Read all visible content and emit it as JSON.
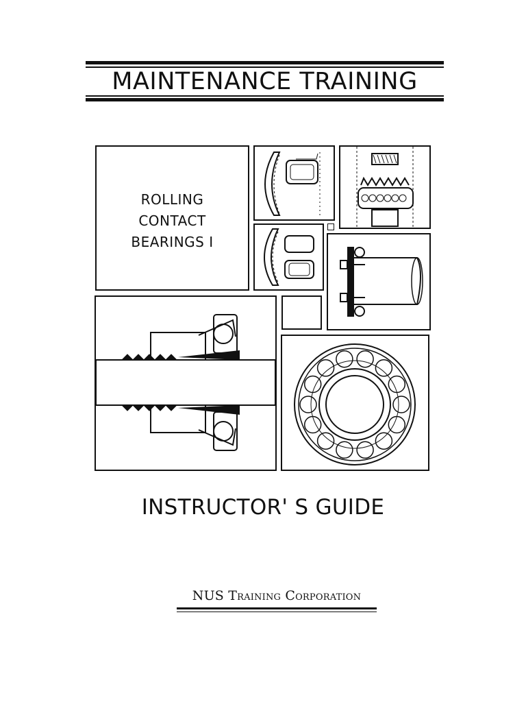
{
  "header": {
    "title": "MAINTENANCE TRAINING"
  },
  "cover": {
    "module_lines": [
      "ROLLING",
      "CONTACT",
      "BEARINGS I"
    ]
  },
  "guide": {
    "title": "INSTRUCTOR' S GUIDE"
  },
  "publisher": {
    "name": "NUS Training Corporation"
  },
  "illustrations": [
    "tapered-roller-bearing-section-icon",
    "bearing-on-threaded-shaft-icon",
    "flange-bolt-shaft-icon",
    "cylindrical-roller-bearing-icon",
    "adapter-sleeve-bearing-icon",
    "roller-bearing-ring-icon"
  ]
}
